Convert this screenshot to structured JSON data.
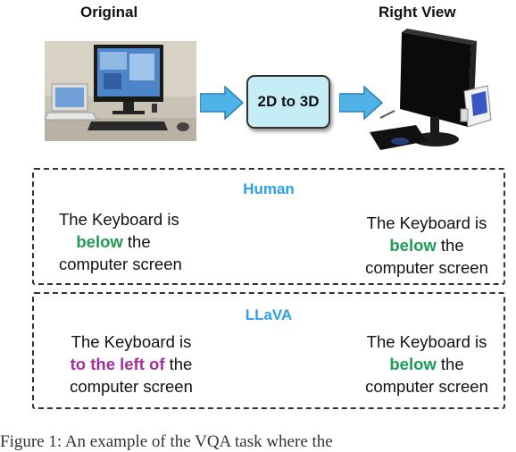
{
  "header": {
    "original_label": "Original",
    "right_view_label": "Right View",
    "converter_label": "2D to 3D"
  },
  "human": {
    "title": "Human",
    "left": {
      "pre": "The Keyboard is",
      "highlight": "below",
      "post": " the",
      "end": "computer screen"
    },
    "right": {
      "pre": "The Keyboard is",
      "highlight": "below",
      "post": " the",
      "end": "computer screen"
    }
  },
  "llava": {
    "title": "LLaVA",
    "left": {
      "pre": "The Keyboard is",
      "highlight": "to the left of",
      "post": " the",
      "end": "computer screen"
    },
    "right": {
      "pre": "The Keyboard is",
      "highlight": "below",
      "post": " the",
      "end": "computer screen"
    }
  },
  "caption": "Figure 1: An example of the VQA task where the",
  "colors": {
    "title_blue": "#2aa0e8",
    "correct_green": "#1e9b55",
    "wrong_purple": "#a12f9e",
    "arrow_blue": "#4fb3e8",
    "pill_fill": "#c6ecf6"
  }
}
